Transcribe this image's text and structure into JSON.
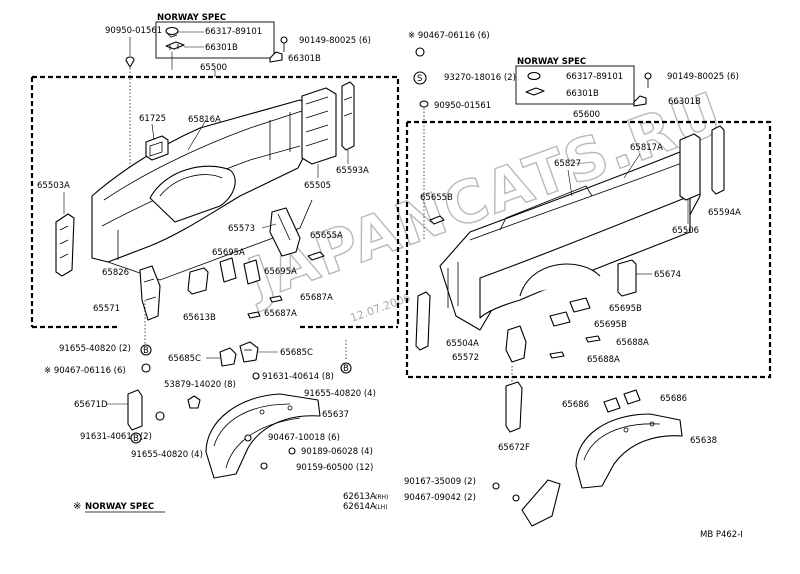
{
  "diagram": {
    "watermark": "JAPANCATS.RU",
    "stamp": "12.07.2006",
    "page_code": "MB P462-I",
    "legend_text": "NORWAY SPEC",
    "legend_symbol": "※"
  },
  "left_group": {
    "spec_box": {
      "title": "NORWAY SPEC",
      "items": [
        "66317-89101",
        "66301B"
      ]
    },
    "labels": {
      "p90950": "90950-01561",
      "p90149": "90149-80025 (6)",
      "p66301b_top": "66301B",
      "p65500": "65500",
      "p61725": "61725",
      "p65816a": "65816A",
      "p65503a": "65503A",
      "p65505": "65505",
      "p65593a": "65593A",
      "p65573": "65573",
      "p65655a": "65655A",
      "p65695a_1": "65695A",
      "p65695a_2": "65695A",
      "p65826": "65826",
      "p65687a_1": "65687A",
      "p65687a_2": "65687A",
      "p65571": "65571",
      "p65613b": "65613B"
    }
  },
  "right_group": {
    "spec_box": {
      "title": "NORWAY SPEC",
      "items": [
        "66317-89101",
        "66301B"
      ]
    },
    "labels": {
      "p90467_top": "※ 90467-06116 (6)",
      "p93270": "93270-18016 (2)",
      "s_symbol": "S",
      "p90950": "90950-01561",
      "p90149": "90149-80025 (6)",
      "p66301b_right": "66301B",
      "p65600": "65600",
      "p65827": "65827",
      "p65817a": "65817A",
      "p65655b": "65655B",
      "p65506": "65506",
      "p65594a": "65594A",
      "p65674": "65674",
      "p65695b_1": "65695B",
      "p65695b_2": "65695B",
      "p65688a_1": "65688A",
      "p65688a_2": "65688A",
      "p65504a": "65504A",
      "p65572": "65572"
    }
  },
  "lower_left": {
    "labels": {
      "p91655_1": "91655-40820 (2)",
      "p90467": "※ 90467-06116 (6)",
      "p65685c_1": "65685C",
      "p65685c_2": "65685C",
      "p91631_1": "91631-40614 (8)",
      "p53879": "53879-14020 (8)",
      "p91655_2": "91655-40820 (4)",
      "p65671d": "65671D",
      "p65637": "65637",
      "p91631_2": "91631-40614 (2)",
      "p90467_b": "90467-10018 (6)",
      "p91655_3": "91655-40820 (4)",
      "p90189": "90189-06028 (4)",
      "p90159": "90159-60500 (12)",
      "b": "B"
    }
  },
  "lower_right": {
    "labels": {
      "p65686_1": "65686",
      "p65686_2": "65686",
      "p65672f": "65672F",
      "p65638": "65638",
      "p90167": "90167-35009 (2)",
      "p90467": "90467-09042 (2)",
      "p62613a": "62613A",
      "p62613a_side": "(RH)",
      "p62614a": "62614A",
      "p62614a_side": "(LH)"
    }
  }
}
